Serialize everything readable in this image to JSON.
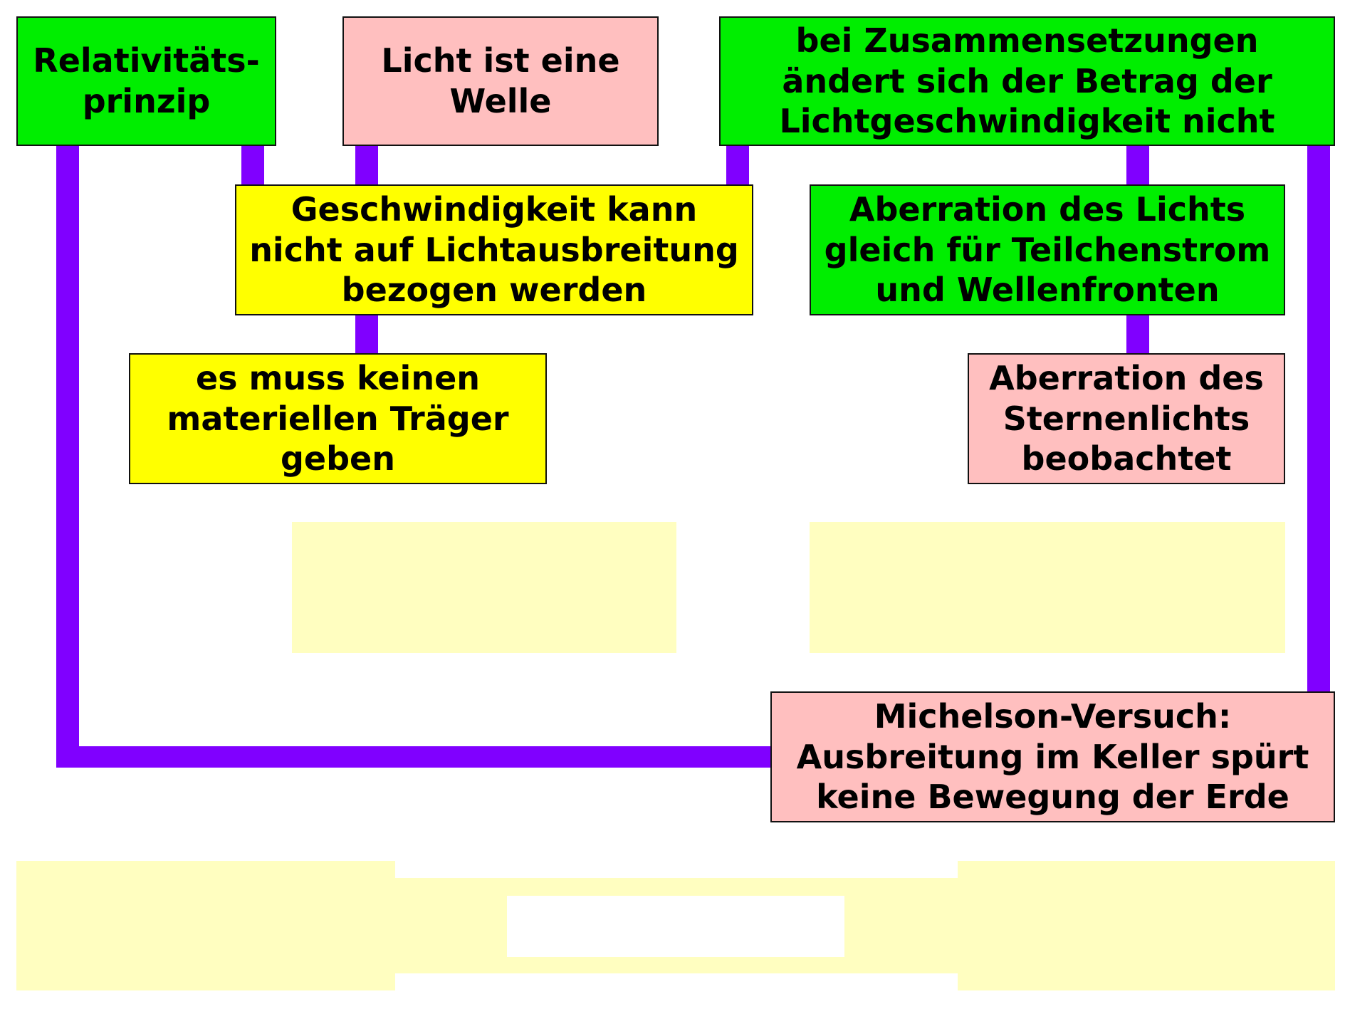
{
  "nodes": {
    "relativity": {
      "text": "Relativitäts-\nprinzip",
      "color": "#00ee00"
    },
    "light_wave": {
      "text": "Licht ist eine\nWelle",
      "color": "#ffbfbf"
    },
    "composition": {
      "text": "bei Zusammensetzungen\nändert sich der Betrag der\nLichtgeschwindigkeit nicht",
      "color": "#00ee00"
    },
    "speed_reference": {
      "text": "Geschwindigkeit kann\nnicht auf Lichtausbreitung\nbezogen werden",
      "color": "#ffff00"
    },
    "aberration_equal": {
      "text": "Aberration des Lichts\ngleich für Teilchenstrom\nund Wellenfronten",
      "color": "#00ee00"
    },
    "no_carrier": {
      "text": "es muss keinen\nmateriellen Träger\ngeben",
      "color": "#ffff00"
    },
    "star_aberration": {
      "text": "Aberration des\nSternenlichts\nbeobachtet",
      "color": "#ffbfbf"
    },
    "michelson": {
      "text": "Michelson-Versuch:\nAusbreitung im Keller spürt\nkeine Bewegung der Erde",
      "color": "#ffbfbf"
    }
  },
  "connector_color": "#8000ff"
}
